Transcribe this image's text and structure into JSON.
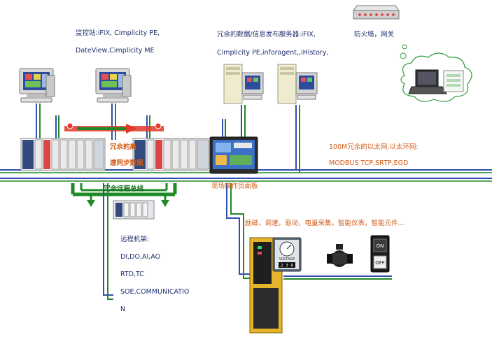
{
  "labels": {
    "monitor_station_line1": "监控站:iFIX,  Cimplicity PE,",
    "monitor_station_line2": "DateView,Cimplicity ME",
    "server_line1": "冗余的数据/信息发布服务器:iFIX,",
    "server_line2": "Cimplicity PE,inforagent,,iHistory,",
    "firewall": "防火墙，网关",
    "redundant_sync_line1": "冗余的高",
    "redundant_sync_line2": "速同步数据",
    "ethernet_line1": "100M冗余的以太网,以太环网:",
    "ethernet_line2": "MODBUS TCP,SRTP,EGD",
    "field_panel": "现场操作员面板",
    "remote_bus": "冗余远程总线",
    "devices_list": "励磁，调速，驱动，电量采集，智能仪表，智能元件...",
    "remote_rack_title": "远程机架:",
    "remote_io_1": "DI,DO,AI,AO",
    "remote_io_2": "RTD,TC",
    "remote_io_3": "SOE,COMMUNICATIO",
    "remote_io_4": "N"
  },
  "device_text": {
    "on_button": "ON",
    "off_button": "OFF",
    "meter_label": "VOLTAGE",
    "meter_value": "2 3 0"
  },
  "colors": {
    "network_blue": "#2f4fb0",
    "bus_green": "#1f8a26",
    "sync_red": "#e23a2c",
    "text_blue": "#1f2f6e",
    "text_orange": "#d45a16"
  }
}
